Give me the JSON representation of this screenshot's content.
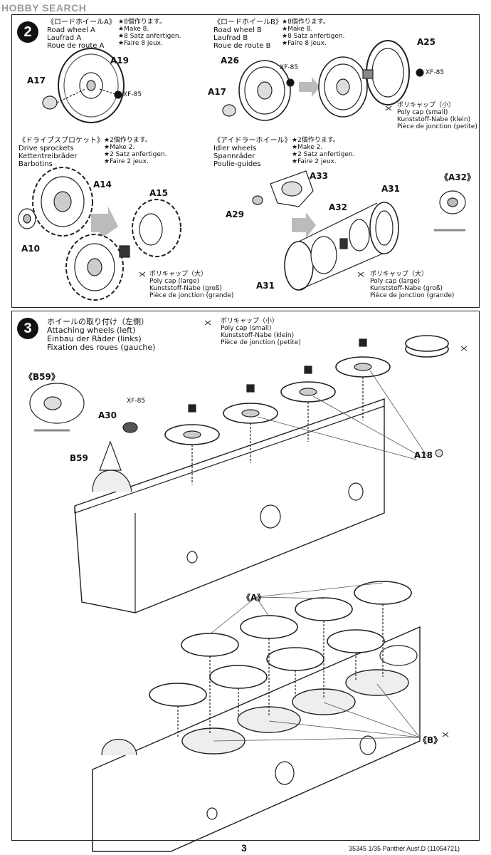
{
  "watermark": "HOBBY SEARCH",
  "step2": {
    "number": "2",
    "road_wheel_a": {
      "jp": "《ロードホイールA》",
      "en": "Road wheel A",
      "de": "Laufrad A",
      "fr": "Roue de route A",
      "qty_jp": "★8個作ります。",
      "qty_en": "★Make 8.",
      "qty_de": "★8 Satz anfertigen.",
      "qty_fr": "★Faire 8 jeux.",
      "parts": {
        "a19": "A19",
        "a17": "A17",
        "paint": "XF-85"
      }
    },
    "road_wheel_b": {
      "jp": "《ロードホイールB》",
      "en": "Road wheel B",
      "de": "Laufrad B",
      "fr": "Roue de route B",
      "qty_jp": "★8個作ります。",
      "qty_en": "★Make 8.",
      "qty_de": "★8 Satz anfertigen.",
      "qty_fr": "★Faire 8 jeux.",
      "parts": {
        "a26": "A26",
        "a17": "A17",
        "a25": "A25",
        "paint1": "XF-85",
        "paint2": "XF-85"
      },
      "polycap_jp": "ポリキャップ（小）",
      "polycap_en": "Poly cap (small)",
      "polycap_de": "Kunststoff-Nabe (klein)",
      "polycap_fr": "Pièce de jonction (petite)"
    },
    "drive_sprockets": {
      "jp": "《ドライブスプロケット》",
      "en": "Drive sprockets",
      "de": "Kettentreibräder",
      "fr": "Barbotins",
      "qty_jp": "★2個作ります。",
      "qty_en": "★Make 2.",
      "qty_de": "★2 Satz anfertigen.",
      "qty_fr": "★Faire 2 jeux.",
      "parts": {
        "a14": "A14",
        "a15": "A15",
        "a10": "A10"
      },
      "polycap_jp": "ポリキャップ（大）",
      "polycap_en": "Poly cap (large)",
      "polycap_de": "Kunststoff-Nabe (groß)",
      "polycap_fr": "Pièce de jonction (grande)"
    },
    "idler_wheels": {
      "jp": "《アイドラーホイール》",
      "en": "Idler wheels",
      "de": "Spannräder",
      "fr": "Poulie-guides",
      "qty_jp": "★2個作ります。",
      "qty_en": "★Make 2.",
      "qty_de": "★2 Satz anfertigen.",
      "qty_fr": "★Faire 2 jeux.",
      "parts": {
        "a33": "A33",
        "a29": "A29",
        "a31a": "A31",
        "a31b": "A31",
        "a32": "A32"
      },
      "detail": "《A32》",
      "polycap_jp": "ポリキャップ（大）",
      "polycap_en": "Poly cap (large)",
      "polycap_de": "Kunststoff-Nabe (groß)",
      "polycap_fr": "Pièce de jonction (grande)"
    }
  },
  "step3": {
    "number": "3",
    "title_jp": "ホイールの取り付け（左側）",
    "title_en": "Attaching wheels (left)",
    "title_de": "Einbau der Räder (links)",
    "title_fr": "Fixation des roues (gauche)",
    "polycap_jp": "ポリキャップ（小）",
    "polycap_en": "Poly cap (small)",
    "polycap_de": "Kunststoff-Nabe (klein)",
    "polycap_fr": "Pièce de jonction (petite)",
    "detail_b59": "《B59》",
    "parts": {
      "paint": "XF-85",
      "a30": "A30",
      "b59": "B59",
      "a18": "A18"
    },
    "group_a": "《A》",
    "group_b": "《B》"
  },
  "footer": {
    "page": "3",
    "code": "35345",
    "title": "1/35 Panther Ausf.D (11054721)"
  }
}
